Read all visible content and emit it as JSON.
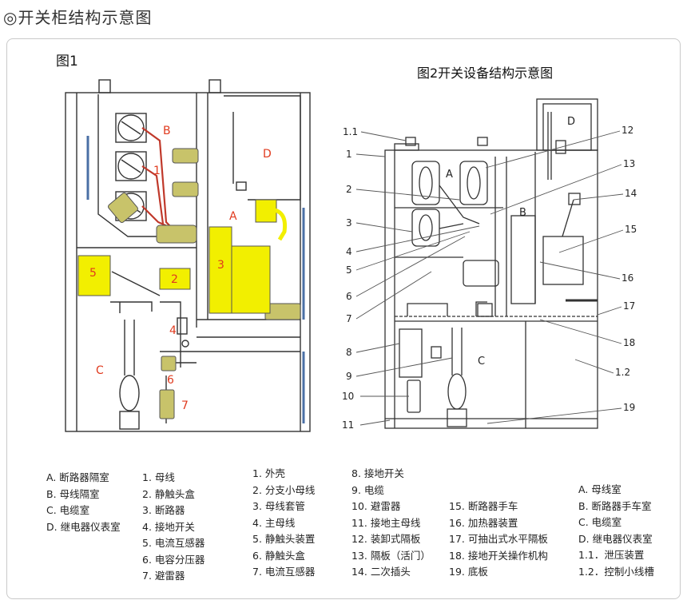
{
  "page": {
    "title": "◎开关柜结构示意图"
  },
  "figure1": {
    "label": "图1",
    "area_labels": {
      "A": "A",
      "B": "B",
      "C": "C",
      "D": "D"
    },
    "numbers": {
      "n1": "1",
      "n2": "2",
      "n3": "3",
      "n4": "4",
      "n5": "5",
      "n6": "6",
      "n7": "7"
    }
  },
  "figure2": {
    "title": "图2开关设备结构示意图",
    "area_labels": {
      "A": "A",
      "B": "B",
      "C": "C",
      "D": "D"
    },
    "callouts_left": [
      "1.1",
      "1",
      "2",
      "3",
      "4",
      "5",
      "6",
      "7",
      "8",
      "9",
      "10",
      "11"
    ],
    "callouts_right": [
      "12",
      "13",
      "14",
      "15",
      "16",
      "17",
      "18",
      "1.2",
      "19"
    ]
  },
  "legend": {
    "col1": [
      "A. 断路器隔室",
      "B. 母线隔室",
      "C. 电缆室",
      "D. 继电器仪表室"
    ],
    "col2": [
      "1. 母线",
      "2. 静触头盒",
      "3. 断路器",
      "4. 接地开关",
      "5. 电流互感器",
      "6. 电容分压器",
      "7. 避雷器"
    ],
    "col3": [
      "1. 外壳",
      "2. 分支小母线",
      "3. 母线套管",
      "4. 主母线",
      "5. 静触头装置",
      "6. 静触头盒",
      "7. 电流互感器"
    ],
    "col4": [
      "8. 接地开关",
      "9. 电缆",
      "10. 避雷器",
      "11. 接地主母线",
      "12. 装卸式隔板",
      "13. 隔板（活门）",
      "14. 二次插头"
    ],
    "col5": [
      "15. 断路器手车",
      "16. 加热器装置",
      "17. 可抽出式水平隔板",
      "18. 接地开关操作机构",
      "19. 底板"
    ],
    "col6": [
      "A. 母线室",
      "B. 断路器手车室",
      "C. 电缆室",
      "D. 继电器仪表室",
      "1.1．泄压装置",
      "1.2．控制小线槽"
    ]
  },
  "colors": {
    "highlight": "#f2ef00",
    "label_red": "#e03a1e",
    "line": "#333333",
    "busbar": "#c0392b"
  }
}
